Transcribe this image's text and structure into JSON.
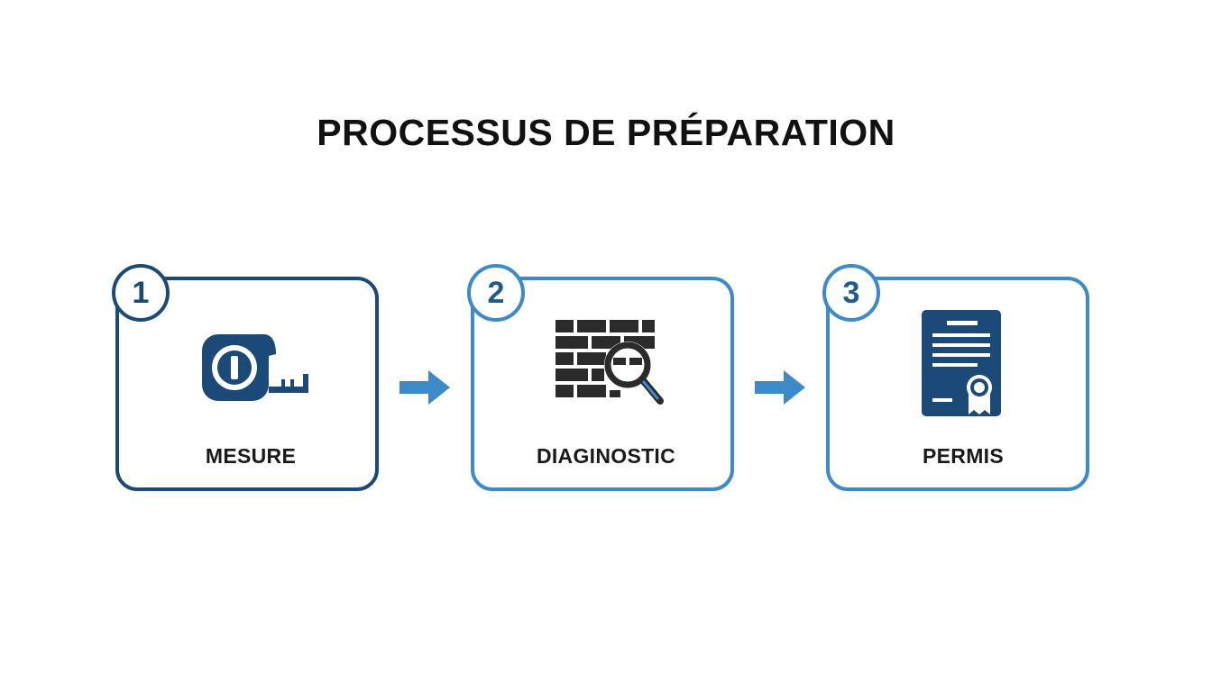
{
  "title": "PROCESSUS DE PRÉPARATION",
  "steps": [
    {
      "number": "1",
      "label": "MESURE",
      "icon": "tape-measure-icon"
    },
    {
      "number": "2",
      "label": "DIAGINOSTIC",
      "icon": "brick-wall-magnifier-icon"
    },
    {
      "number": "3",
      "label": "PERMIS",
      "icon": "certificate-document-icon"
    }
  ],
  "colors": {
    "dark_blue": "#1c4a78",
    "light_blue": "#3d8acb",
    "text": "#111111"
  }
}
